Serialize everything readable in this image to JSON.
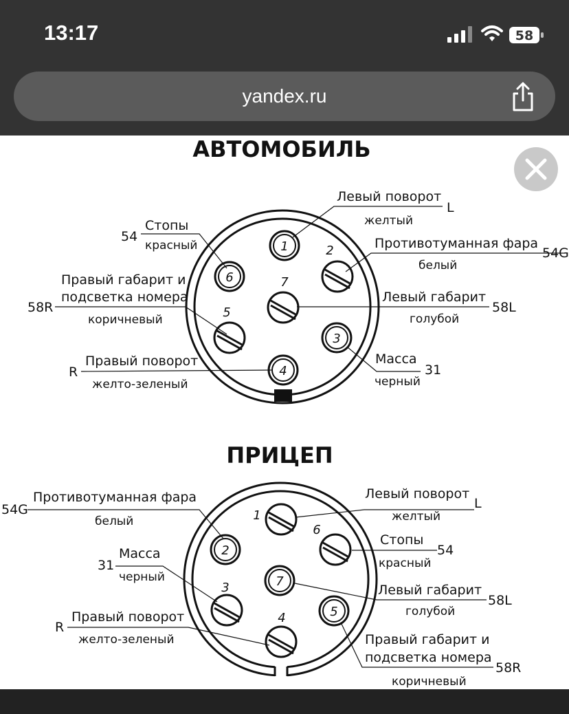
{
  "status_bar": {
    "time": "13:17",
    "battery_level": "58"
  },
  "browser": {
    "url": "yandex.ru"
  },
  "icons": {
    "share": "share-icon",
    "close": "close-icon",
    "signal": "signal-icon",
    "wifi": "wifi-icon",
    "battery": "battery-icon"
  },
  "car": {
    "title": "АВТОМОБИЛЬ",
    "labels": [
      {
        "code": "54",
        "name": "Стопы",
        "color": "красный"
      },
      {
        "code": "L",
        "name": "Левый поворот",
        "color": "желтый"
      },
      {
        "code": "54G",
        "name": "Противотуманная фара",
        "color": "белый"
      },
      {
        "code": "58R",
        "name_line1": "Правый габарит и",
        "name_line2": "подсветка номера",
        "color": "коричневый"
      },
      {
        "code": "58L",
        "name": "Левый габарит",
        "color": "голубой"
      },
      {
        "code": "R",
        "name": "Правый поворот",
        "color": "желто-зеленый"
      },
      {
        "code": "31",
        "name": "Масса",
        "color": "черный"
      }
    ],
    "pins": [
      "1",
      "2",
      "3",
      "4",
      "5",
      "6",
      "7"
    ]
  },
  "trailer": {
    "title": "ПРИЦЕП",
    "labels": [
      {
        "code": "54G",
        "name": "Противотуманная фара",
        "color": "белый"
      },
      {
        "code": "L",
        "name": "Левый поворот",
        "color": "желтый"
      },
      {
        "code": "54",
        "name": "Стопы",
        "color": "красный"
      },
      {
        "code": "31",
        "name": "Масса",
        "color": "черный"
      },
      {
        "code": "58L",
        "name": "Левый габарит",
        "color": "голубой"
      },
      {
        "code": "R",
        "name": "Правый поворот",
        "color": "желто-зеленый"
      },
      {
        "code": "58R",
        "name_line1": "Правый габарит и",
        "name_line2": "подсветка номера",
        "color": "коричневый"
      }
    ],
    "pins": [
      "1",
      "2",
      "3",
      "4",
      "5",
      "6",
      "7"
    ]
  }
}
